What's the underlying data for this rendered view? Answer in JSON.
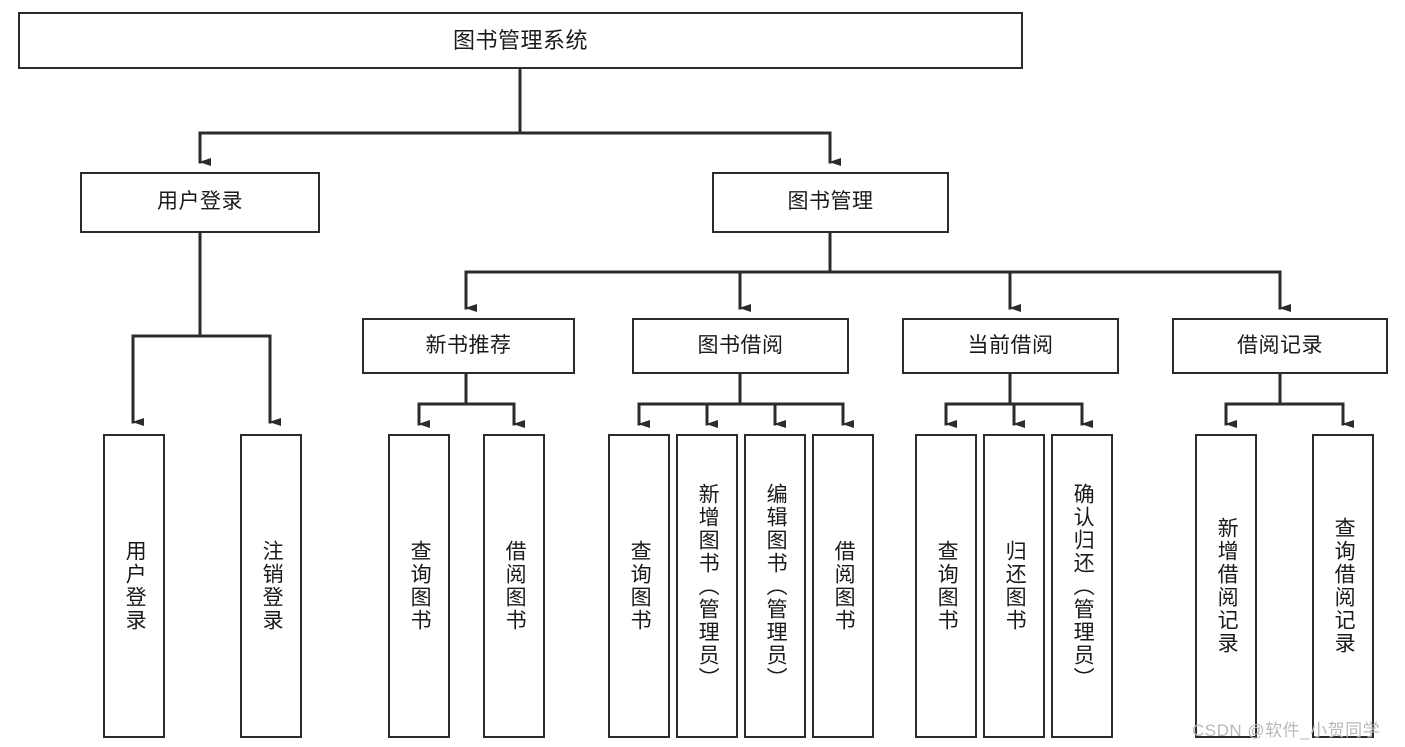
{
  "diagram": {
    "type": "tree-hierarchy",
    "title": "图书管理系统",
    "orientation": "top-down",
    "colors": {
      "box_border": "#2b2b2b",
      "box_fill": "#ffffff",
      "edge": "#2b2b2b",
      "text": "#1a1a1a",
      "watermark": "#b9b9b9",
      "background": "#ffffff"
    },
    "nodes": {
      "root": {
        "label": "图书管理系统"
      },
      "level2": [
        {
          "id": "user-login",
          "label": "用户登录"
        },
        {
          "id": "book-manage",
          "label": "图书管理"
        }
      ],
      "level3": [
        {
          "id": "new-book-recommend",
          "label": "新书推荐"
        },
        {
          "id": "book-borrow",
          "label": "图书借阅"
        },
        {
          "id": "current-borrow",
          "label": "当前借阅"
        },
        {
          "id": "borrow-record",
          "label": "借阅记录"
        }
      ],
      "leaves": {
        "user-login": [
          {
            "id": "leaf-user-login",
            "label": "用户登录"
          },
          {
            "id": "leaf-user-logout",
            "label": "注销登录"
          }
        ],
        "new-book-recommend": [
          {
            "id": "leaf-query-book-1",
            "label": "查询图书"
          },
          {
            "id": "leaf-borrow-book-1",
            "label": "借阅图书"
          }
        ],
        "book-borrow": [
          {
            "id": "leaf-query-book-2",
            "label": "查询图书"
          },
          {
            "id": "leaf-add-book",
            "label": "新增图书（管理员）"
          },
          {
            "id": "leaf-edit-book",
            "label": "编辑图书（管理员）"
          },
          {
            "id": "leaf-borrow-book-2",
            "label": "借阅图书"
          }
        ],
        "current-borrow": [
          {
            "id": "leaf-query-book-3",
            "label": "查询图书"
          },
          {
            "id": "leaf-return-book",
            "label": "归还图书"
          },
          {
            "id": "leaf-confirm-return",
            "label": "确认归还（管理员）"
          }
        ],
        "borrow-record": [
          {
            "id": "leaf-add-record",
            "label": "新增借阅记录"
          },
          {
            "id": "leaf-query-record",
            "label": "查询借阅记录"
          }
        ]
      }
    },
    "watermark": "CSDN @软件_小贺同学"
  }
}
